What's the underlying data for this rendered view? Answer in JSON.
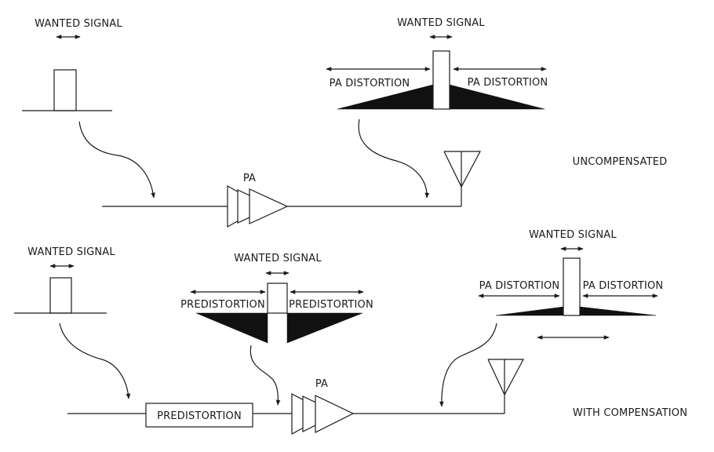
{
  "colors": {
    "ink": "#1a1a1a",
    "fill_dark": "#111111",
    "background": "#ffffff"
  },
  "top": {
    "input_label": "WANTED SIGNAL",
    "amp_label": "PA",
    "output_label": "WANTED SIGNAL",
    "distortion_left": "PA DISTORTION",
    "distortion_right": "PA DISTORTION",
    "mode_label": "UNCOMPENSATED"
  },
  "bottom": {
    "input_label": "WANTED SIGNAL",
    "predist_label": "WANTED SIGNAL",
    "predist_left": "PREDISTORTION",
    "predist_right": "PREDISTORTION",
    "block_label": "PREDISTORTION",
    "amp_label": "PA",
    "output_label": "WANTED SIGNAL",
    "distortion_left": "PA DISTORTION",
    "distortion_right": "PA DISTORTION",
    "mode_label": "WITH COMPENSATION"
  }
}
